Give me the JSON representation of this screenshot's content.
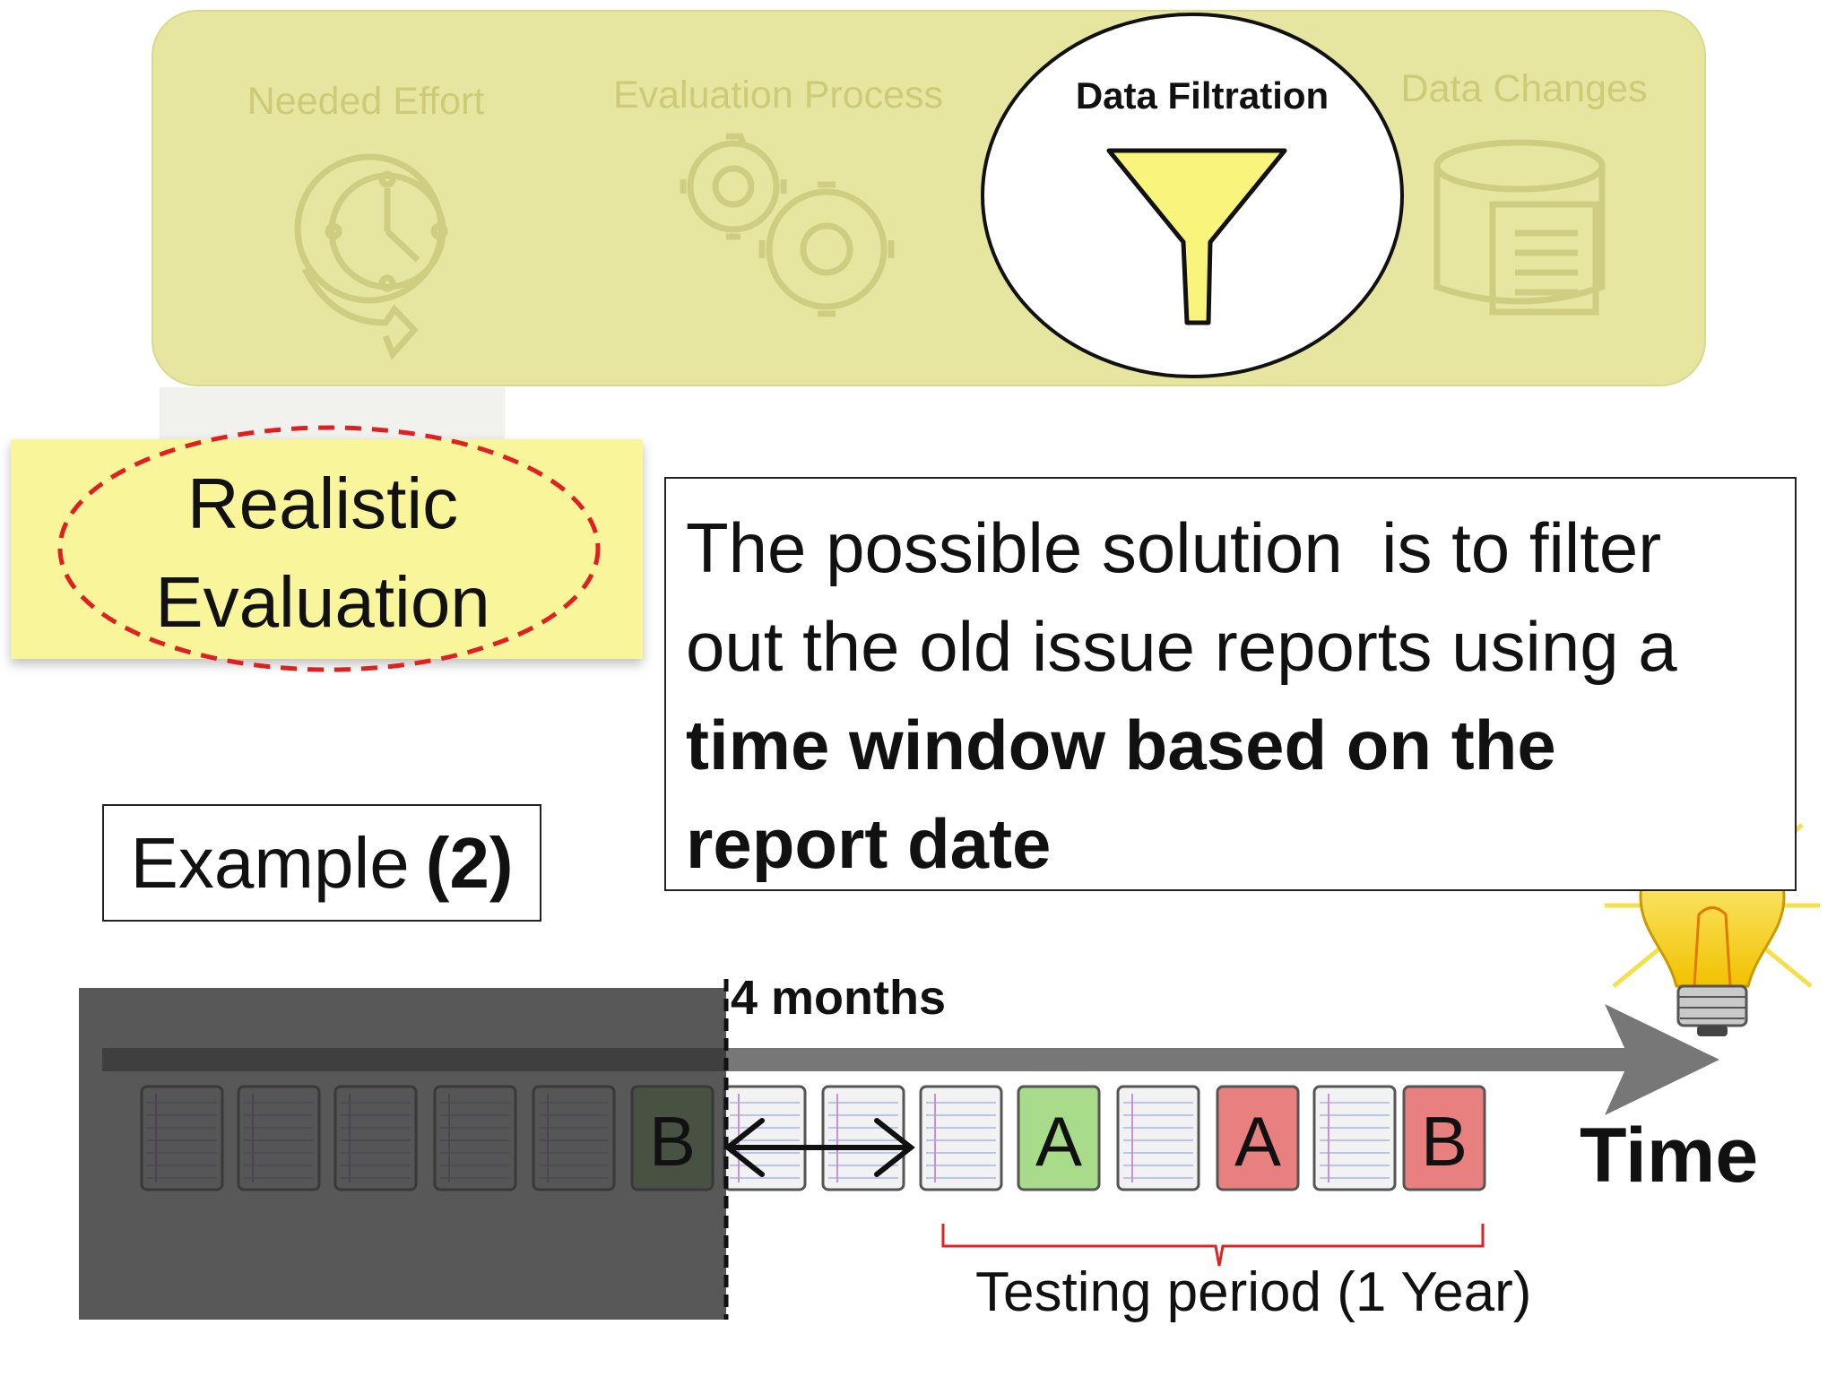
{
  "top_panel": {
    "items": [
      {
        "label": "Needed Effort",
        "icon": "clock-cycle-icon",
        "state": "faded"
      },
      {
        "label": "Evaluation Process",
        "icon": "gears-icon",
        "state": "faded"
      },
      {
        "label": "Data Filtration",
        "icon": "funnel-icon",
        "state": "highlighted"
      },
      {
        "label": "Data Changes",
        "icon": "database-icon",
        "state": "faded"
      }
    ]
  },
  "sticky_note": {
    "line1": "Realistic",
    "line2": "Evaluation"
  },
  "solution": {
    "line1": "The possible solution  is to filter",
    "line2": "out the old issue reports using a",
    "line3_bold": "time window based on the",
    "line4_bold": "report date"
  },
  "example": {
    "label": "Example",
    "number": "(2)"
  },
  "timeline": {
    "window_label": "4 months",
    "axis_label": "Time",
    "testing_label": "Testing period (1 Year)",
    "reports": [
      {
        "letter": "",
        "color": "plain",
        "filtered": true
      },
      {
        "letter": "",
        "color": "plain",
        "filtered": true
      },
      {
        "letter": "",
        "color": "plain",
        "filtered": true
      },
      {
        "letter": "",
        "color": "plain",
        "filtered": true
      },
      {
        "letter": "",
        "color": "plain",
        "filtered": true
      },
      {
        "letter": "B",
        "color": "green",
        "filtered": true
      },
      {
        "letter": "",
        "color": "plain",
        "filtered": false
      },
      {
        "letter": "",
        "color": "plain",
        "filtered": false
      },
      {
        "letter": "",
        "color": "plain",
        "filtered": false
      },
      {
        "letter": "A",
        "color": "green",
        "filtered": false
      },
      {
        "letter": "",
        "color": "plain",
        "filtered": false
      },
      {
        "letter": "A",
        "color": "red",
        "filtered": false
      },
      {
        "letter": "",
        "color": "plain",
        "filtered": false
      },
      {
        "letter": "B",
        "color": "red",
        "filtered": false
      }
    ]
  },
  "colors": {
    "panel": "#e6e6a0",
    "sticky": "#f8f59a",
    "dashed_ellipse": "#e02020",
    "green_card": "#a8dc8a",
    "red_card": "#e88080",
    "bracket": "#dd2222",
    "overlay": "#444444",
    "arrow": "#777777"
  }
}
